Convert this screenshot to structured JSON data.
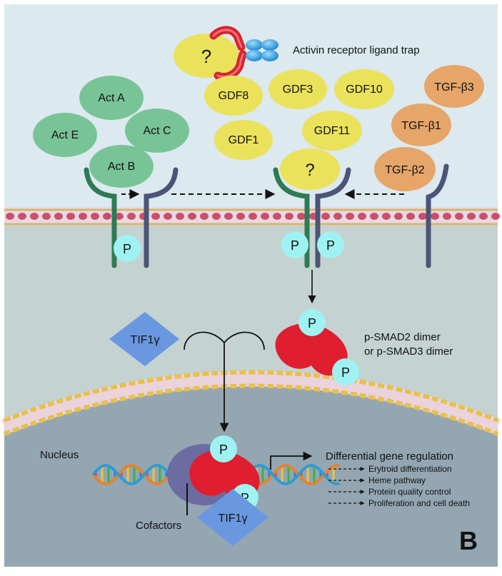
{
  "ligand_trap": {
    "question": "?",
    "label": "Activin receptor ligand trap"
  },
  "activins": [
    "Act A",
    "Act E",
    "Act C",
    "Act B"
  ],
  "gdfs": [
    "GDF8",
    "GDF3",
    "GDF10",
    "GDF1",
    "GDF11"
  ],
  "tgfs": [
    "TGF-β3",
    "TGF-β1",
    "TGF-β2"
  ],
  "receptor_ligand_question": "?",
  "phospho_label": "P",
  "tif": "TIF1γ",
  "smad": {
    "line1": "p-SMAD2 dimer",
    "line2": "or p-SMAD3 dimer"
  },
  "nucleus_label": "Nucleus",
  "cofactors_label": "Cofactors",
  "regulation": {
    "title": "Differential gene regulation",
    "items": [
      "Erytroid differentiation",
      "Heme pathway",
      "Protein quality control",
      "Proliferation and cell death"
    ]
  },
  "panel_letter": "B",
  "colors": {
    "background_top": "#dce9ef",
    "cytoplasm": "#c4d3d1",
    "nucleus": "#93a6b2",
    "activin_green": "#79c497",
    "gdf_yellow": "#ebe25c",
    "tgf_orange": "#e6a669",
    "receptor_green": "#2f7a54",
    "receptor_blue": "#4c5477",
    "phospho_cyan": "#9ff2f2",
    "smad_red": "#df1e2f",
    "tif_blue": "#6a98e0",
    "cofactor_purple": "#6c6ca2"
  }
}
